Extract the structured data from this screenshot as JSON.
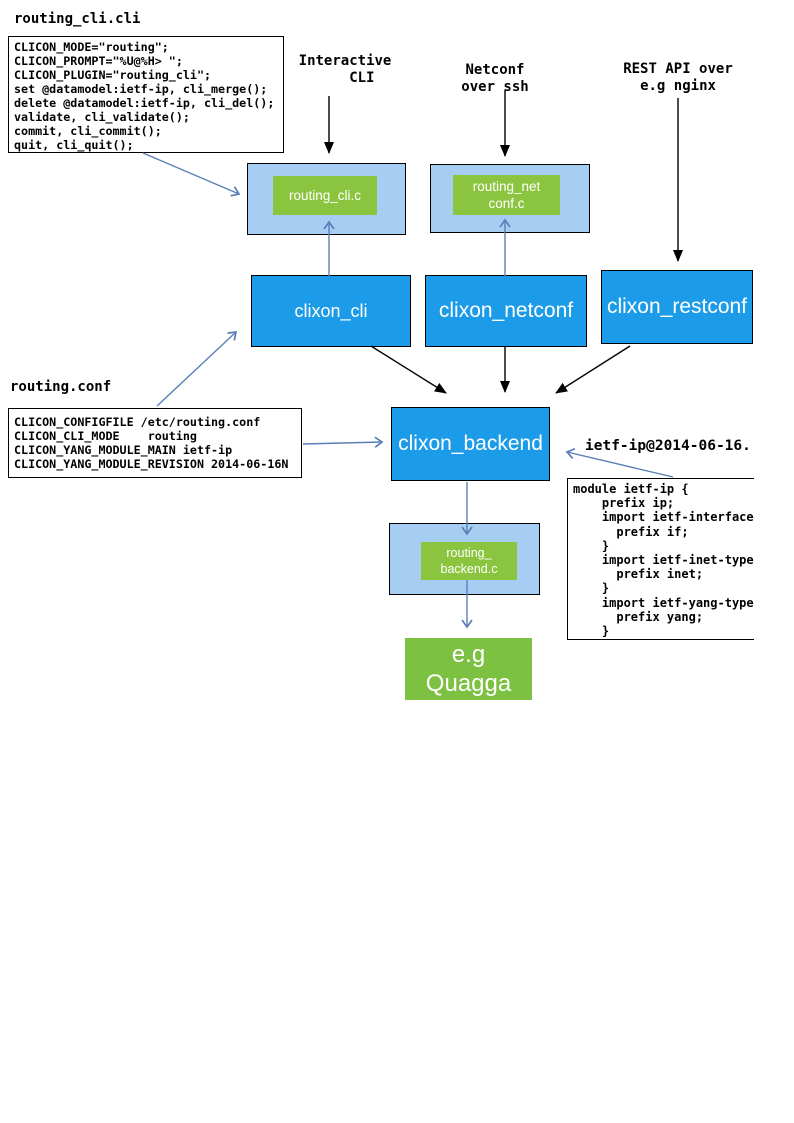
{
  "colors": {
    "bright_blue": "#1C9CE8",
    "light_blue": "#A6CEF2",
    "green": "#8BC53F",
    "quagga_green": "#7CC142",
    "arrow_blue": "#5A7FB8"
  },
  "files": {
    "cli": {
      "title": "routing_cli.cli",
      "code": "CLICON_MODE=\"routing\";\nCLICON_PROMPT=\"%U@%H> \";\nCLICON_PLUGIN=\"routing_cli\";\nset @datamodel:ietf-ip, cli_merge();\ndelete @datamodel:ietf-ip, cli_del();\nvalidate, cli_validate();\ncommit, cli_commit();\nquit, cli_quit();"
    },
    "conf": {
      "title": "routing.conf",
      "code": "CLICON_CONFIGFILE /etc/routing.conf\nCLICON_CLI_MODE    routing\nCLICON_YANG_MODULE_MAIN ietf-ip\nCLICON_YANG_MODULE_REVISION 2014-06-16N"
    },
    "yang": {
      "title": "ietf-ip@2014-06-16.",
      "code": "module ietf-ip {\n    prefix ip;\n    import ietf-interface\n      prefix if;\n    }\n    import ietf-inet-type\n      prefix inet;\n    }\n    import ietf-yang-type\n      prefix yang;\n    }"
    }
  },
  "labels": {
    "interactive_cli": "Interactive\n    CLI",
    "netconf_ssh": "Netconf\nover ssh",
    "rest_api": "REST API over\ne.g nginx"
  },
  "nodes": {
    "routing_cli_c": "routing_cli.c",
    "routing_netconf_c": "routing_net\nconf.c",
    "clixon_cli": "clixon_cli",
    "clixon_netconf": "clixon_netconf",
    "clixon_restconf": "clixon_restconf",
    "clixon_backend": "clixon_backend",
    "routing_backend_c": "routing_\nbackend.c",
    "quagga": "e.g\nQuagga"
  }
}
